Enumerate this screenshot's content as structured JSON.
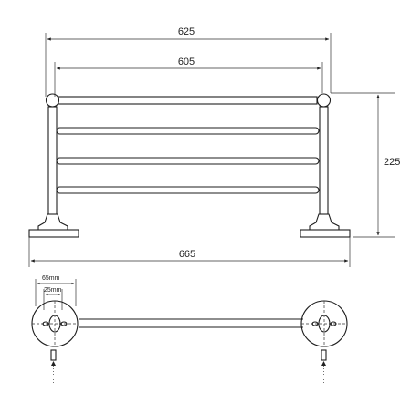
{
  "dimensions": {
    "width_outer": "625",
    "width_inner": "605",
    "height": "225",
    "width_base": "665",
    "flange_diameter": "65mm",
    "flange_inner": "25mm"
  },
  "colors": {
    "line": "#1e1e1e",
    "dimension_line": "#333333",
    "background": "#ffffff"
  }
}
